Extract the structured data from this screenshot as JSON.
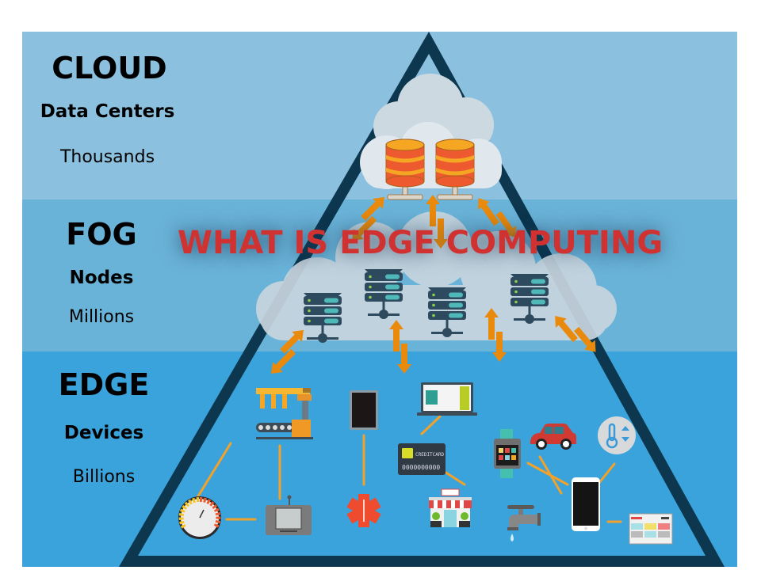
{
  "headline": "WHAT IS EDGE COMPUTING",
  "tiers": [
    {
      "id": "cloud",
      "title": "CLOUD",
      "subtitle": "Data Centers",
      "count": "Thousands"
    },
    {
      "id": "fog",
      "title": "FOG",
      "subtitle": "Nodes",
      "count": "Millions"
    },
    {
      "id": "edge",
      "title": "EDGE",
      "subtitle": "Devices",
      "count": "Billions"
    }
  ],
  "cloud_layer": {
    "icons": [
      "database-server-icon",
      "database-server-icon"
    ]
  },
  "fog_layer": {
    "icons": [
      "server-rack-icon",
      "server-rack-icon",
      "server-rack-icon",
      "server-rack-icon"
    ]
  },
  "edge_devices": [
    "industrial-robot-arm-icon",
    "tablet-icon",
    "laptop-icon",
    "car-icon",
    "thermostat-icon",
    "credit-card-icon",
    "smartwatch-icon",
    "gauge-meter-icon",
    "handheld-console-icon",
    "medical-star-of-life-icon",
    "storefront-icon",
    "water-tap-icon",
    "smartphone-icon",
    "web-dashboard-icon"
  ],
  "credit_card": {
    "label": "CREDITCARD",
    "number": "0000000000"
  },
  "colors": {
    "cloud_band": "#8bc1df",
    "fog_band": "#6ab3d8",
    "edge_band": "#3aa3db",
    "triangle_outline": "#0d374f",
    "headline": "#d03232",
    "arrows": "#ea8a0c",
    "connectors": "#f2a12a"
  }
}
